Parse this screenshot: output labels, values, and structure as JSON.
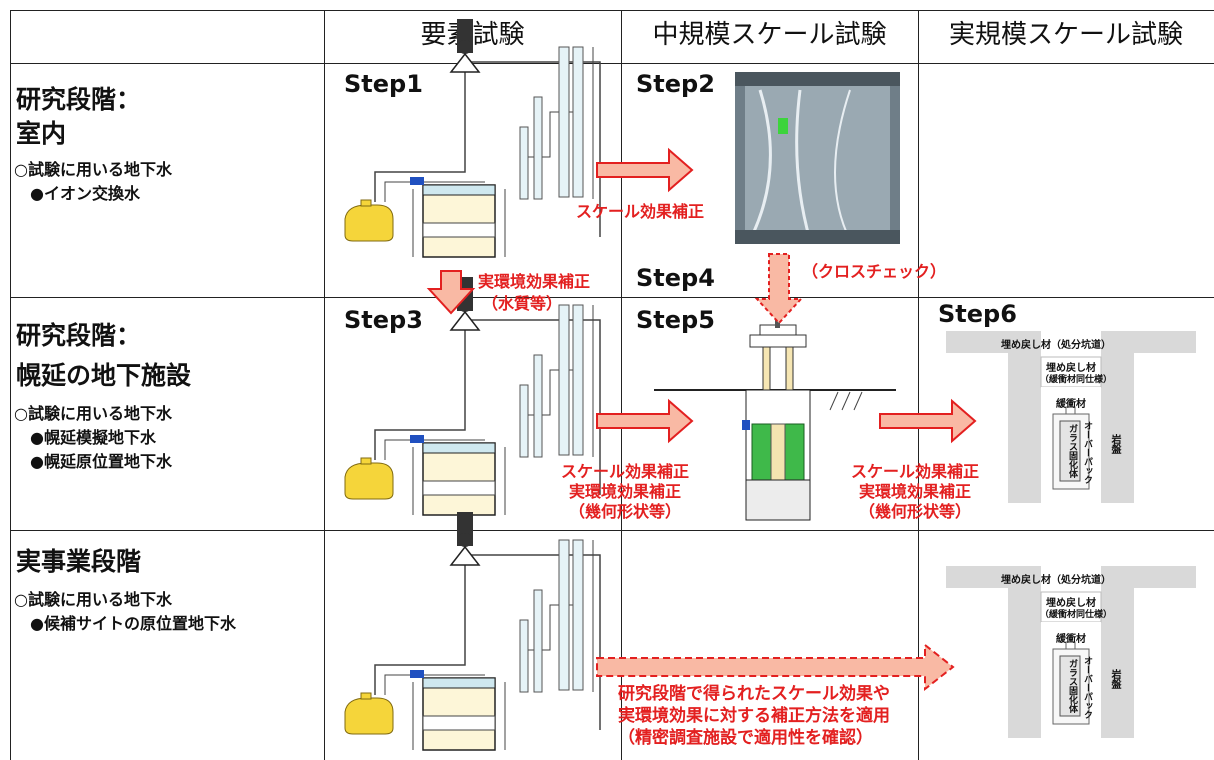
{
  "header": {
    "col1": "要素試験",
    "col2": "中規模スケール試験",
    "col3": "実規模スケール試験"
  },
  "rows": [
    {
      "title_line1": "研究段階：",
      "title_line2": "室内",
      "groundwater_label": "○試験に用いる地下水",
      "groundwater_items": [
        "●イオン交換水"
      ]
    },
    {
      "title_line1": "研究段階：",
      "title_line2": "幌延の地下施設",
      "groundwater_label": "○試験に用いる地下水",
      "groundwater_items": [
        "●幌延模擬地下水",
        "●幌延原位置地下水"
      ]
    },
    {
      "title_line1": "実事業段階",
      "groundwater_label": "○試験に用いる地下水",
      "groundwater_items": [
        "●候補サイトの原位置地下水"
      ]
    }
  ],
  "steps": [
    "Step1",
    "Step2",
    "Step3",
    "Step4",
    "Step5",
    "Step6"
  ],
  "annotations": {
    "scale_corr": "スケール効果補正",
    "env_corr_1": "実環境効果補正",
    "env_corr_2": "（水質等）",
    "crosscheck": "（クロスチェック）",
    "step5_arrow_1": "スケール効果補正",
    "step5_arrow_2": "実環境効果補正",
    "step5_arrow_3": "（幾何形状等）",
    "step6_arrow_1": "スケール効果補正",
    "step6_arrow_2": "実環境効果補正",
    "step6_arrow_3": "（幾何形状等）",
    "bottom_1": "研究段階で得られたスケール効果や",
    "bottom_2": "実環境効果に対する補正方法を適用",
    "bottom_3": "（精密調査施設で適用性を確認）"
  },
  "section_labels": {
    "backfill_tunnel": "埋め戻し材（処分坑道）",
    "backfill": "埋め戻し材",
    "backfill_sub": "（緩衝材同仕様）",
    "buffer": "緩衝材",
    "overpack": "オーバーパック",
    "glass": "ガラス固化体",
    "rock": "岩盤"
  },
  "colors": {
    "arrow_fill": "#f9b9a4",
    "arrow_stroke": "#e32020",
    "annotation": "#e32020"
  }
}
